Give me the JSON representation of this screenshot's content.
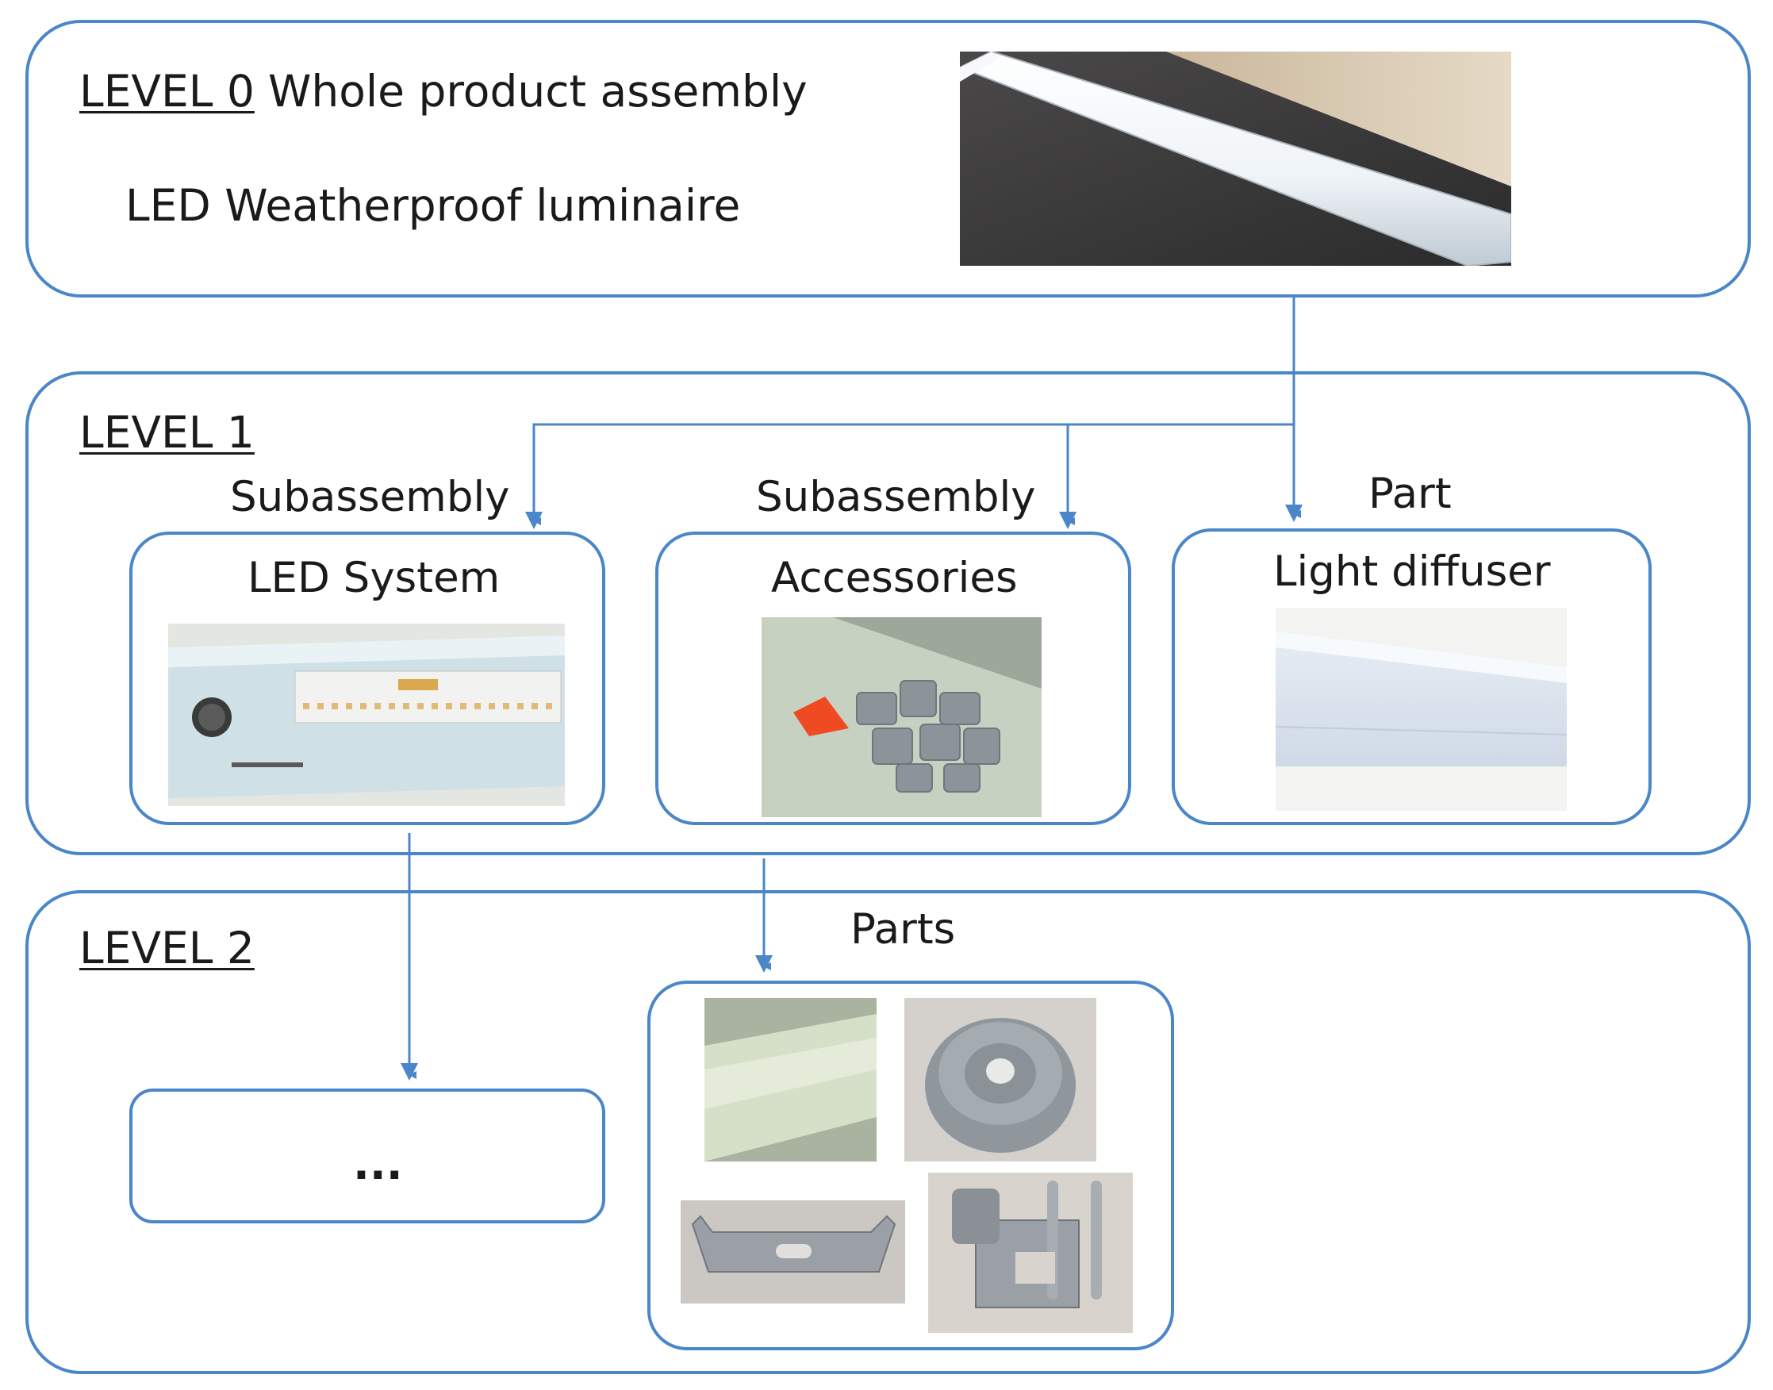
{
  "level0": {
    "label": "LEVEL 0",
    "title": "Whole product assembly",
    "product": "LED Weatherproof luminaire",
    "photo": "luminaire-photo"
  },
  "level1": {
    "label": "LEVEL 1",
    "items": [
      {
        "category": "Subassembly",
        "name": "LED System",
        "photo": "led-board-photo"
      },
      {
        "category": "Subassembly",
        "name": "Accessories",
        "photo": "accessory-bag-photo"
      },
      {
        "category": "Part",
        "name": "Light diffuser",
        "photo": "diffuser-photo"
      }
    ]
  },
  "level2": {
    "label": "LEVEL 2",
    "parts_label": "Parts",
    "ellipsis": "...",
    "part_photos": [
      "gasket-photo",
      "cable-gland-photo",
      "mounting-bracket-photo",
      "clip-photo"
    ]
  },
  "colors": {
    "accent": "#4a86c8",
    "text": "#1a1a1a"
  }
}
